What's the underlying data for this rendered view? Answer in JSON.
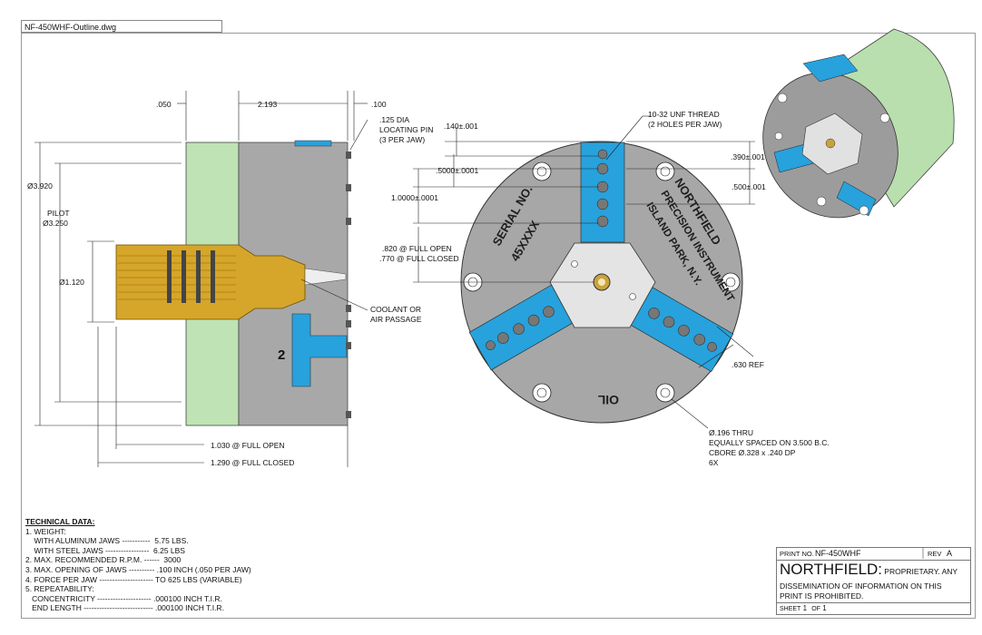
{
  "file_tab": "NF-450WHF-Outline.dwg",
  "dims": {
    "d050": ".050",
    "d2193": "2.193",
    "d100": ".100",
    "pin1": ".125 DIA",
    "pin2": "LOCATING PIN",
    "pin3": "(3 PER JAW)",
    "od": "Ø3.920",
    "pilot1": "PILOT",
    "pilot2": "Ø3.250",
    "bore": "Ø1.120",
    "coolant1": "COOLANT OR",
    "coolant2": "AIR PASSAGE",
    "open_len": "1.030 @ FULL OPEN",
    "closed_len": "1.290 @ FULL CLOSED",
    "d140": ".140±.001",
    "d5000": ".5000±.0001",
    "d10000": "1.0000±.0001",
    "full_open": ".820 @ FULL OPEN",
    "full_closed": ".770 @ FULL CLOSED",
    "thread1": "10-32 UNF THREAD",
    "thread2": "(2 HOLES PER JAW)",
    "d390": ".390±.001",
    "d500": ".500±.001",
    "d630": ".630 REF",
    "hole1": "Ø.196 THRU",
    "hole2": "EQUALLY SPACED ON 3.500 B.C.",
    "hole3": "CBORE Ø.328 x .240 DP",
    "hole4": "6X"
  },
  "marks": {
    "jaw_num": "2",
    "serial": "SERIAL NO.",
    "serial_no": "45XXXX",
    "brand1": "NORTHFIELD",
    "brand2": "PRECISION INSTRUMENT",
    "brand3": "ISLAND PARK, N.Y.",
    "oil": "OIL"
  },
  "tech": {
    "title": "TECHNICAL DATA:",
    "lines": [
      "1. WEIGHT:",
      "    WITH ALUMINUM JAWS -----------  5.75 LBS.",
      "    WITH STEEL JAWS -----------------  6.25 LBS",
      "2. MAX. RECOMMENDED R.P.M. ------  3000",
      "3. MAX. OPENING OF JAWS ---------- .100 INCH (.050 PER JAW)",
      "4. FORCE PER JAW --------------------- TO 625 LBS (VARIABLE)",
      "5. REPEATABILITY:",
      "   CONCENTRICITY --------------------- .000100 INCH T.I.R.",
      "   END LENGTH --------------------------- .000100 INCH T.I.R."
    ]
  },
  "title_block": {
    "print_no_label": "PRINT NO.",
    "print_no": "NF-450WHF",
    "rev_label": "REV",
    "rev": "A",
    "company": "NORTHFIELD:",
    "notice_a": "PROPRIETARY. ANY",
    "notice_b": "DISSEMINATION OF INFORMATION ON THIS",
    "notice_c": "PRINT IS PROHIBITED.",
    "sheet_label": "SHEET",
    "sheet": "1",
    "of_label": "OF",
    "of": "1"
  },
  "colors": {
    "jaw": "#27a2dc",
    "body": "#a9a9a9",
    "pilot": "#bfe3b4",
    "brass": "#d6a62a"
  }
}
